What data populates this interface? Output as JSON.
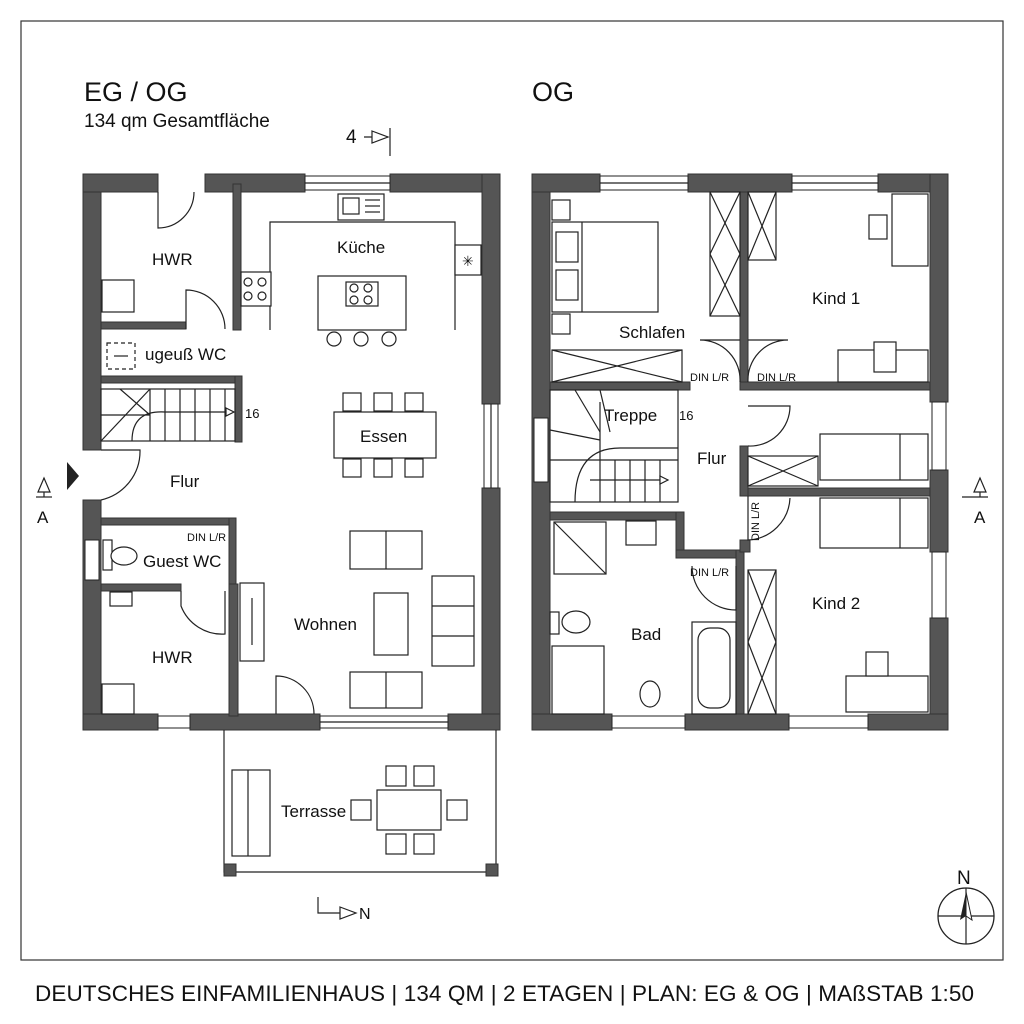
{
  "header": {
    "left_title": "EG / OG",
    "left_subtitle": "134 qm Gesamtfläche",
    "right_title": "OG",
    "arrow_top_label": "4"
  },
  "eg": {
    "rooms": {
      "hwr_top": "HWR",
      "kueche": "Küche",
      "wc_top": "ugeuß WC",
      "essen": "Essen",
      "flur": "Flur",
      "guest_wc": "Guest WC",
      "hwr_bottom": "HWR",
      "wohnen": "Wohnen",
      "terrasse": "Terrasse"
    },
    "stair_steps": "16",
    "door_tag": "DIN L/R",
    "section_label": "A",
    "north_arrow_label": "N"
  },
  "og": {
    "rooms": {
      "schlafen": "Schlafen",
      "kind1": "Kind 1",
      "treppe": "Treppe",
      "flur": "Flur",
      "bad": "Bad",
      "kind2": "Kind 2"
    },
    "stair_steps": "16",
    "door_tags": [
      "DIN L/R",
      "DIN L/R",
      "DIN L/R",
      "DIN L/R"
    ],
    "section_label": "A"
  },
  "compass": {
    "label": "N"
  },
  "footer": {
    "caption": "DEUTSCHES EINFAMILIENHAUS | 134 QM | 2 ETAGEN | PLAN: EG & OG | MAßSTAB 1:50"
  }
}
